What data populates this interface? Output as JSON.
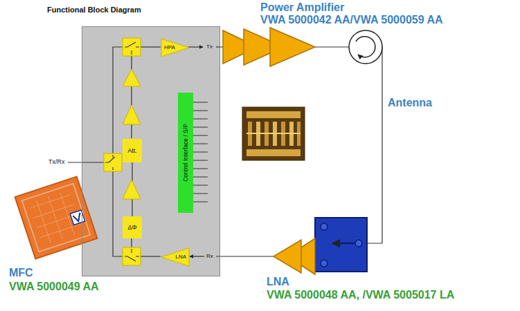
{
  "diagram": {
    "title": "Functional Block Diagram",
    "nodes": [
      {
        "text": [
          "MFC",
          "VWA 5000049 AA"
        ]
      },
      {
        "text": [
          "HPA"
        ],
        "in": 0
      },
      {
        "text": [
          "Control Interface / S/P"
        ],
        "in": 0
      },
      {
        "text": [
          "Att."
        ],
        "in": 0
      },
      {
        "text": [
          "ΔΦ"
        ],
        "in": 0
      },
      {
        "text": [
          "LNA"
        ],
        "in": 0
      }
    ],
    "edges": [
      {
        "from": 3,
        "to": 4,
        "arrow": "none"
      }
    ],
    "labels": [
      "Power Amplifier",
      "VWA 5000042 AA/VWA 5000059 AA",
      "Tx",
      "Antenna",
      "Tx/Rx",
      "Rx",
      "LNA",
      "VWA 5000048 AA, /VWA 5005017 LA"
    ]
  }
}
